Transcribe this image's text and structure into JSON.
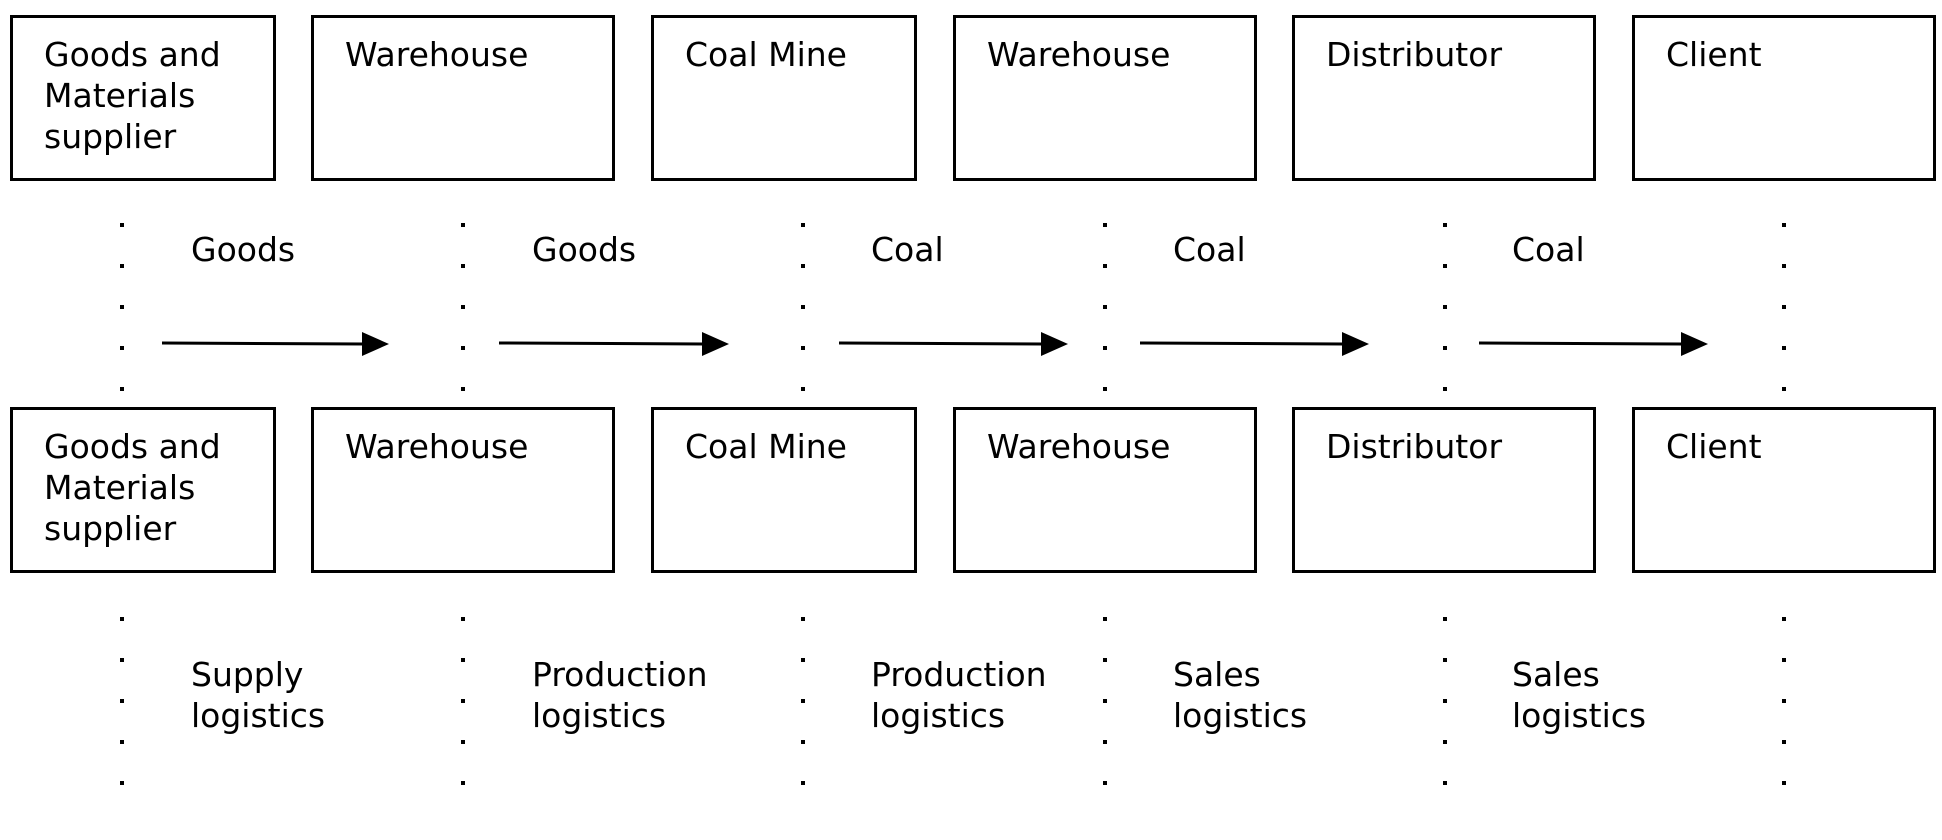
{
  "top_row": [
    {
      "label": "Goods and\nMaterials\nsupplier"
    },
    {
      "label": "Warehouse"
    },
    {
      "label": "Coal Mine"
    },
    {
      "label": "Warehouse"
    },
    {
      "label": "Distributor"
    },
    {
      "label": "Client"
    }
  ],
  "flows": [
    {
      "label": "Goods"
    },
    {
      "label": "Goods"
    },
    {
      "label": "Coal"
    },
    {
      "label": "Coal"
    },
    {
      "label": "Coal"
    }
  ],
  "bottom_row": [
    {
      "label": "Goods and\nMaterials\nsupplier"
    },
    {
      "label": "Warehouse"
    },
    {
      "label": "Coal Mine"
    },
    {
      "label": "Warehouse"
    },
    {
      "label": "Distributor"
    },
    {
      "label": "Client"
    }
  ],
  "logistics": [
    {
      "label": "Supply\nlogistics"
    },
    {
      "label": "Production\nlogistics"
    },
    {
      "label": "Production\nlogistics"
    },
    {
      "label": "Sales\nlogistics"
    },
    {
      "label": "Sales\nlogistics"
    }
  ]
}
